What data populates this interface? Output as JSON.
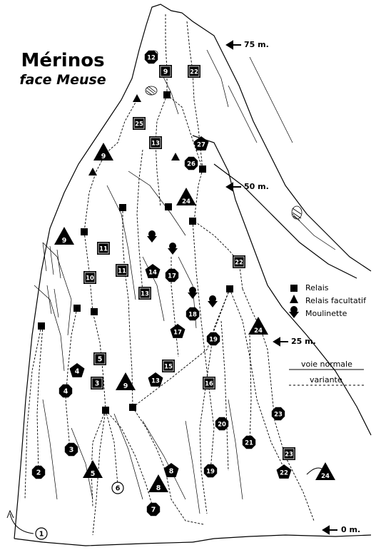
{
  "title": "Mérinos",
  "subtitle": "face Meuse",
  "heights": [
    "75 m.",
    "50 m.",
    "25 m.",
    "0 m."
  ],
  "legend": {
    "relais": "Relais",
    "relais_facultatif": "Relais facultatif",
    "moulinette": "Moulinette",
    "voie_normale": "voie normale",
    "variante": "variante"
  },
  "routes": [
    {
      "label": "1",
      "shape": "circle"
    },
    {
      "label": "2",
      "shape": "octagon"
    },
    {
      "label": "3",
      "shape": "octagon"
    },
    {
      "label": "3",
      "shape": "square"
    },
    {
      "label": "4",
      "shape": "octagon"
    },
    {
      "label": "4",
      "shape": "pentagon"
    },
    {
      "label": "5",
      "shape": "triangle"
    },
    {
      "label": "5",
      "shape": "square"
    },
    {
      "label": "6",
      "shape": "circle"
    },
    {
      "label": "7",
      "shape": "octagon"
    },
    {
      "label": "8",
      "shape": "triangle"
    },
    {
      "label": "8",
      "shape": "pentagon"
    },
    {
      "label": "9",
      "shape": "triangle"
    },
    {
      "label": "9",
      "shape": "square"
    },
    {
      "label": "10",
      "shape": "square"
    },
    {
      "label": "11",
      "shape": "square"
    },
    {
      "label": "11",
      "shape": "square"
    },
    {
      "label": "12",
      "shape": "octagon"
    },
    {
      "label": "13",
      "shape": "square"
    },
    {
      "label": "13",
      "shape": "square"
    },
    {
      "label": "13",
      "shape": "pentagon"
    },
    {
      "label": "14",
      "shape": "pentagon"
    },
    {
      "label": "15",
      "shape": "square"
    },
    {
      "label": "16",
      "shape": "square"
    },
    {
      "label": "17",
      "shape": "octagon"
    },
    {
      "label": "17",
      "shape": "pentagon"
    },
    {
      "label": "18",
      "shape": "octagon"
    },
    {
      "label": "19",
      "shape": "octagon"
    },
    {
      "label": "19",
      "shape": "octagon"
    },
    {
      "label": "20",
      "shape": "octagon"
    },
    {
      "label": "21",
      "shape": "octagon"
    },
    {
      "label": "22",
      "shape": "square"
    },
    {
      "label": "22",
      "shape": "square"
    },
    {
      "label": "22",
      "shape": "pentagon"
    },
    {
      "label": "23",
      "shape": "square"
    },
    {
      "label": "23",
      "shape": "octagon"
    },
    {
      "label": "24",
      "shape": "triangle"
    },
    {
      "label": "24",
      "shape": "triangle"
    },
    {
      "label": "24",
      "shape": "triangle"
    },
    {
      "label": "25",
      "shape": "square"
    },
    {
      "label": "26",
      "shape": "octagon"
    },
    {
      "label": "27",
      "shape": "pentagon"
    },
    {
      "label": "9",
      "shape": "triangle"
    },
    {
      "label": "9",
      "shape": "triangle"
    }
  ]
}
